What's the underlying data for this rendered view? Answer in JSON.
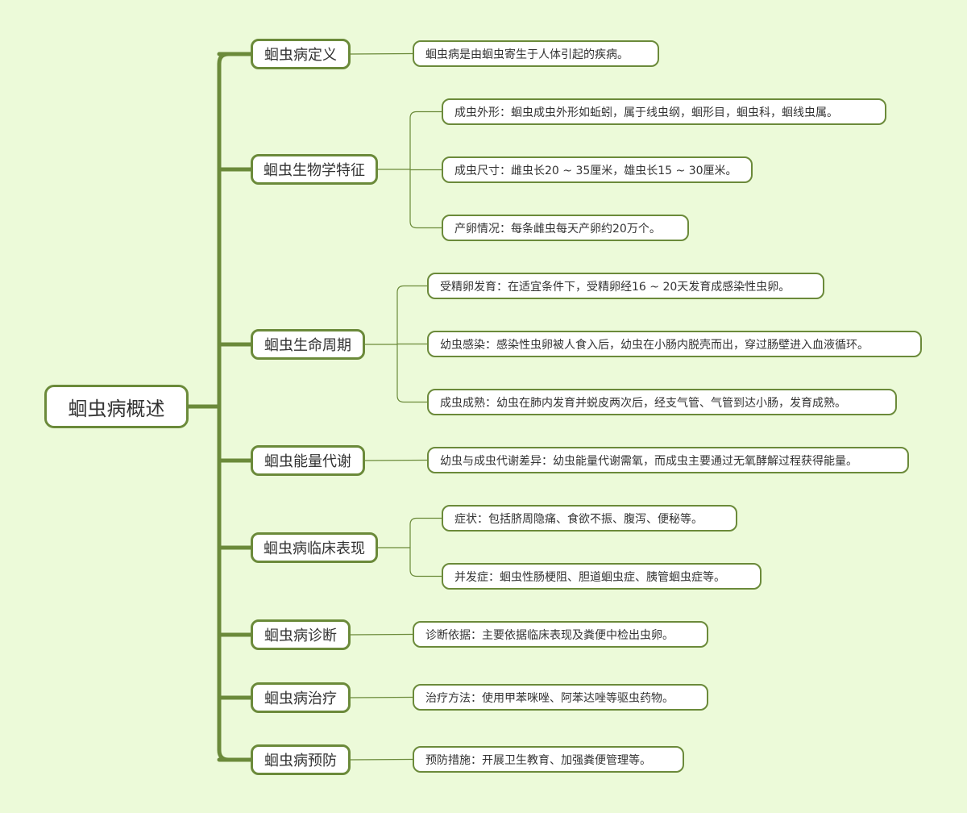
{
  "colors": {
    "background": "#ecfad9",
    "node_fill": "#ffffff",
    "node_border": "#6b8a3a",
    "trunk_line": "#6b8a3a",
    "leaf_line": "#6b8a3a",
    "text": "#333333"
  },
  "root": {
    "label": "蛔虫病概述"
  },
  "branches": [
    {
      "label": "蛔虫病定义",
      "leaves": [
        "蛔虫病是由蛔虫寄生于人体引起的疾病。"
      ]
    },
    {
      "label": "蛔虫生物学特征",
      "leaves": [
        "成虫外形：蛔虫成虫外形如蚯蚓，属于线虫纲，蛔形目，蛔虫科，蛔线虫属。",
        "成虫尺寸：雌虫长20 ~ 35厘米，雄虫长15 ~ 30厘米。",
        "产卵情况：每条雌虫每天产卵约20万个。"
      ]
    },
    {
      "label": "蛔虫生命周期",
      "leaves": [
        "受精卵发育：在适宜条件下，受精卵经16 ~ 20天发育成感染性虫卵。",
        "幼虫感染：感染性虫卵被人食入后，幼虫在小肠内脱壳而出，穿过肠壁进入血液循环。",
        "成虫成熟：幼虫在肺内发育并蜕皮两次后，经支气管、气管到达小肠，发育成熟。"
      ]
    },
    {
      "label": "蛔虫能量代谢",
      "leaves": [
        "幼虫与成虫代谢差异：幼虫能量代谢需氧，而成虫主要通过无氧酵解过程获得能量。"
      ]
    },
    {
      "label": "蛔虫病临床表现",
      "leaves": [
        "症状：包括脐周隐痛、食欲不振、腹泻、便秘等。",
        "并发症：蛔虫性肠梗阻、胆道蛔虫症、胰管蛔虫症等。"
      ]
    },
    {
      "label": "蛔虫病诊断",
      "leaves": [
        "诊断依据：主要依据临床表现及粪便中检出虫卵。"
      ]
    },
    {
      "label": "蛔虫病治疗",
      "leaves": [
        "治疗方法：使用甲苯咪唑、阿苯达唑等驱虫药物。"
      ]
    },
    {
      "label": "蛔虫病预防",
      "leaves": [
        "预防措施：开展卫生教育、加强粪便管理等。"
      ]
    }
  ]
}
